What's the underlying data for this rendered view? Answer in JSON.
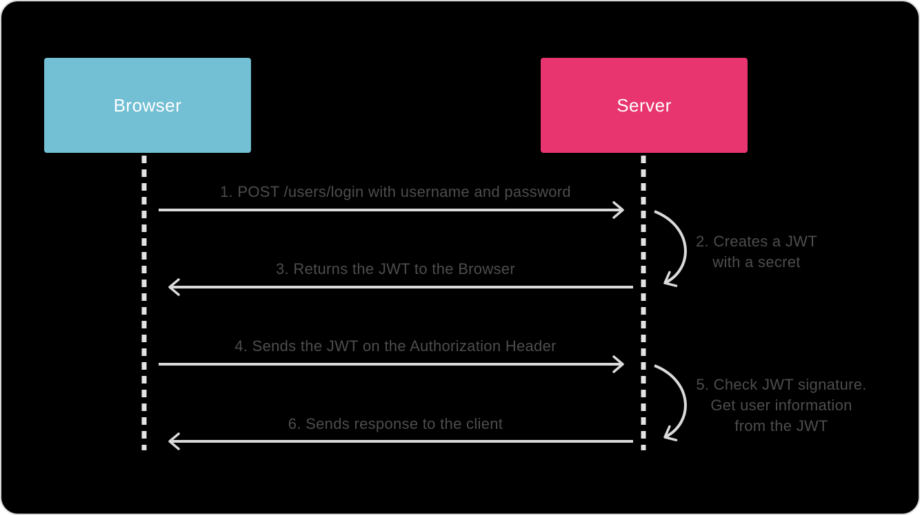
{
  "diagram": {
    "type": "sequence-diagram",
    "background_color": "#000000",
    "text_color": "#4d4d4d",
    "arrow_color": "#dadada",
    "lifeline_color": "#e3e3e3"
  },
  "actors": [
    {
      "id": "browser",
      "label": "Browser",
      "color": "#73bfd4"
    },
    {
      "id": "server",
      "label": "Server",
      "color": "#e8356f"
    }
  ],
  "messages": [
    {
      "label": "1. POST /users/login with username and password",
      "from": "browser",
      "to": "server",
      "direction": "right"
    },
    {
      "label": "3. Returns the JWT to the Browser",
      "from": "server",
      "to": "browser",
      "direction": "left"
    },
    {
      "label": "4. Sends the JWT on the Authorization Header",
      "from": "browser",
      "to": "server",
      "direction": "right"
    },
    {
      "label": "6. Sends response to the client",
      "from": "server",
      "to": "browser",
      "direction": "left"
    }
  ],
  "notes": [
    {
      "actor": "server",
      "lines": [
        "2. Creates a JWT",
        "with a secret"
      ]
    },
    {
      "actor": "server",
      "lines": [
        "5. Check JWT signature.",
        "Get user information",
        "from the JWT"
      ]
    }
  ]
}
